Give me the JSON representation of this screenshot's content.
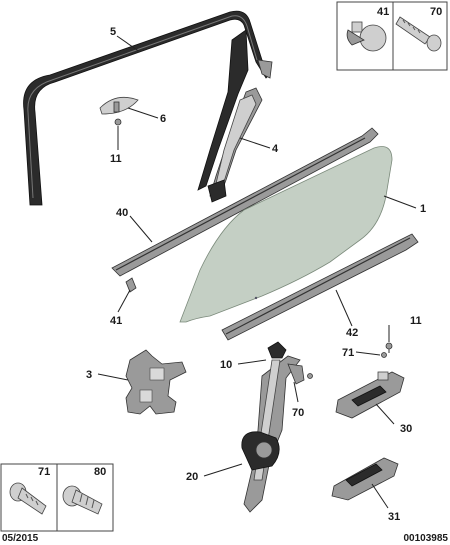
{
  "callouts": [
    {
      "id": "5",
      "text": "5"
    },
    {
      "id": "6",
      "text": "6"
    },
    {
      "id": "11a",
      "text": "11"
    },
    {
      "id": "4",
      "text": "4"
    },
    {
      "id": "1",
      "text": "1"
    },
    {
      "id": "40",
      "text": "40"
    },
    {
      "id": "41",
      "text": "41"
    },
    {
      "id": "42",
      "text": "42"
    },
    {
      "id": "11b",
      "text": "11"
    },
    {
      "id": "71",
      "text": "71"
    },
    {
      "id": "10",
      "text": "10"
    },
    {
      "id": "3",
      "text": "3"
    },
    {
      "id": "70",
      "text": "70"
    },
    {
      "id": "30",
      "text": "30"
    },
    {
      "id": "20",
      "text": "20"
    },
    {
      "id": "31",
      "text": "31"
    }
  ],
  "boxes": {
    "top_right": {
      "left_label": "41",
      "right_label": "70"
    },
    "bottom_left": {
      "left_label": "71",
      "right_label": "80"
    }
  },
  "footer": {
    "date": "05/2015",
    "reference": "00103985"
  }
}
